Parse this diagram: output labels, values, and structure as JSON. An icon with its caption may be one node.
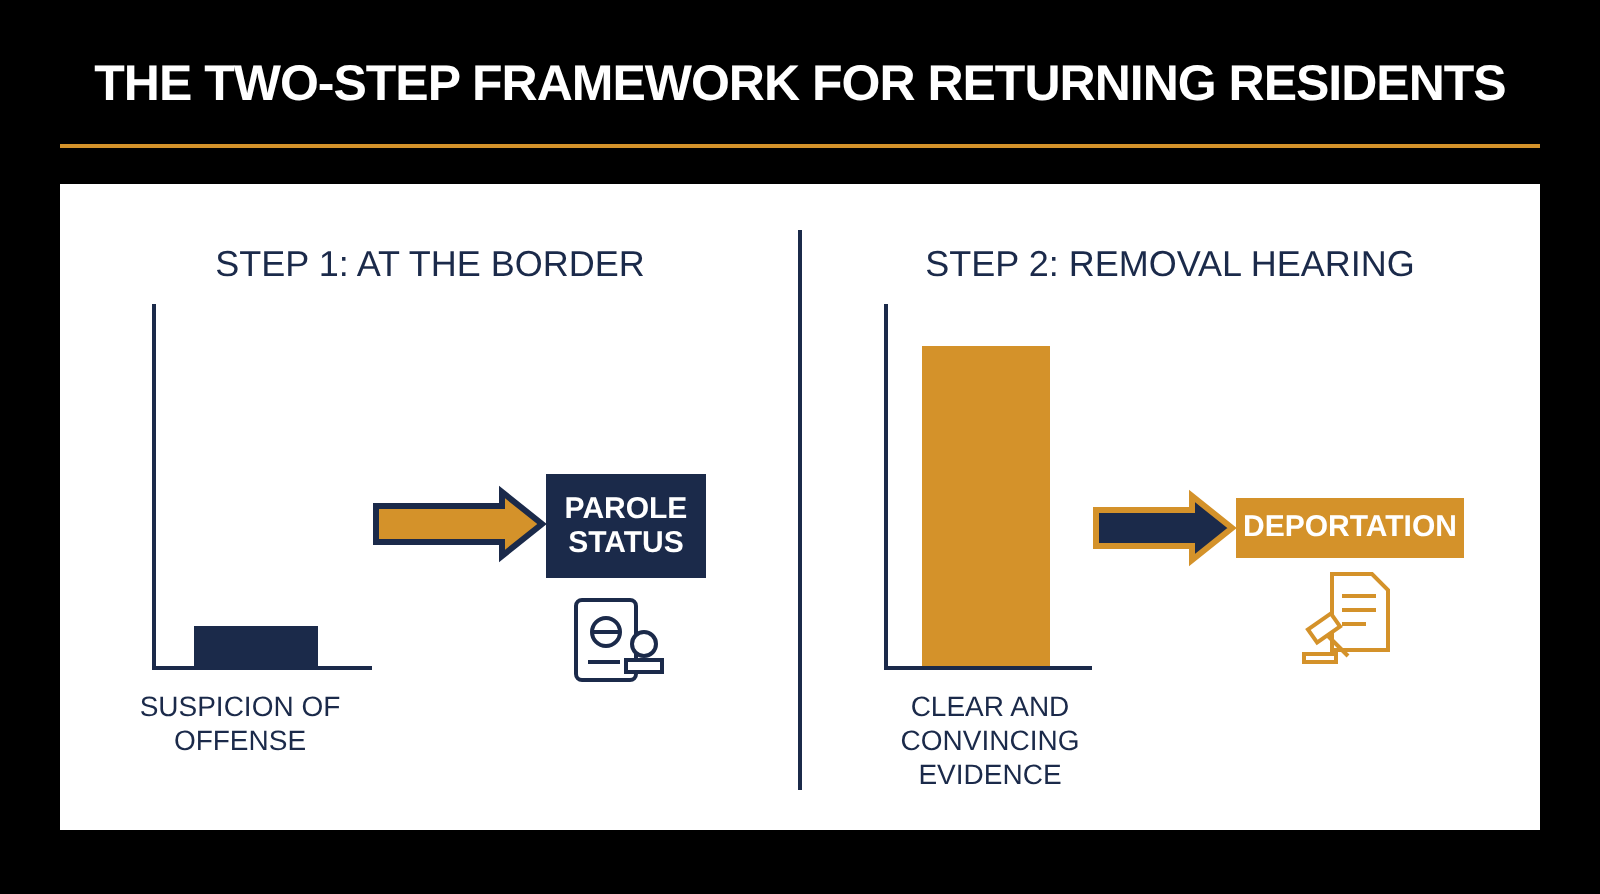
{
  "diagram": {
    "title": "THE TWO-STEP FRAMEWORK FOR RETURNING RESIDENTS",
    "nodes": [
      {
        "text": [],
        "shape": "bar",
        "beside": [
          "SUSPICION OF OFFENSE"
        ]
      },
      {
        "text": [
          "PAROLE STATUS"
        ]
      },
      {
        "text": [],
        "shape": "bar",
        "beside": [
          "CLEAR AND CONVINCING EVIDENCE"
        ]
      },
      {
        "text": [
          "DEPORTATION"
        ]
      }
    ],
    "edges": [
      {
        "from": 0,
        "to": 1,
        "arrow": "to",
        "color": "#d4922a"
      },
      {
        "from": 2,
        "to": 3,
        "arrow": "to",
        "color": "#1b2a4a"
      }
    ],
    "labels": [
      "STEP 1: AT THE BORDER",
      "STEP 2: REMOVAL HEARING"
    ]
  }
}
